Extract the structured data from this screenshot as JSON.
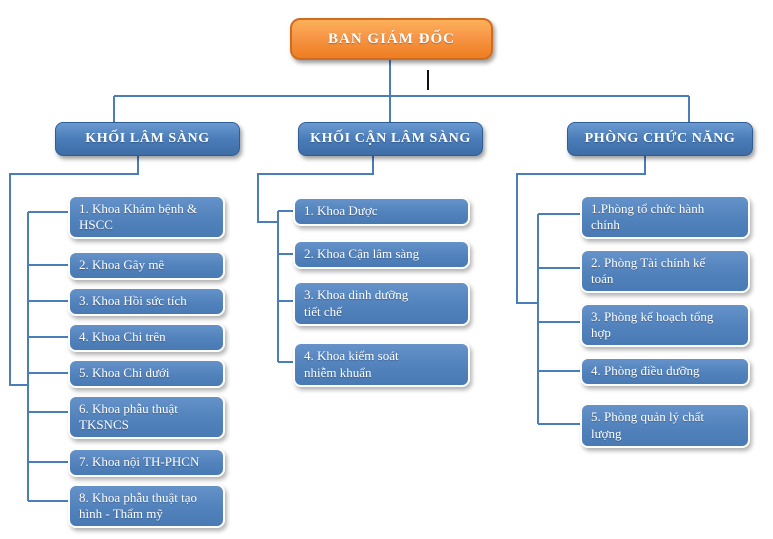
{
  "root": {
    "label": "BAN GIÁM ĐỐC"
  },
  "columns": [
    {
      "header": "KHỐI LÂM SÀNG",
      "items": [
        "1. Khoa Khám bệnh &\nHSCC",
        "2. Khoa Gây mê",
        "3. Khoa Hồi sức tích",
        "4. Khoa Chi trên",
        "5. Khoa Chi dưới",
        "6. Khoa phẫu thuật\nTKSNCS",
        "7. Khoa nội TH-PHCN",
        "8. Khoa phẫu thuật tạo\nhình - Thẩm mỹ"
      ]
    },
    {
      "header": "KHỐI CẬN LÂM SÀNG",
      "items": [
        "1. Khoa Dược",
        "2. Khoa Cận lâm sàng",
        "3. Khoa dinh dưỡng\ntiết chế",
        "4. Khoa kiểm soát\nnhiễm khuẩn"
      ]
    },
    {
      "header": "PHÒNG CHỨC NĂNG",
      "items": [
        "1.Phòng tổ chức hành\nchính",
        "2. Phòng Tài chính kế\ntoán",
        "3. Phòng kế hoạch tổng\nhợp",
        "4. Phòng điều dưỡng",
        "5. Phòng quản lý chất\nlượng"
      ]
    }
  ],
  "colors": {
    "root_fill": "#F79646",
    "root_border": "#CF6C21",
    "node_fill": "#4F81BD",
    "node_border_header": "#2E5E95",
    "node_border_item": "#FDFDFD",
    "connector": "#4A7EBB",
    "stray_mark": "#111111",
    "text": "#FFFFFF"
  }
}
